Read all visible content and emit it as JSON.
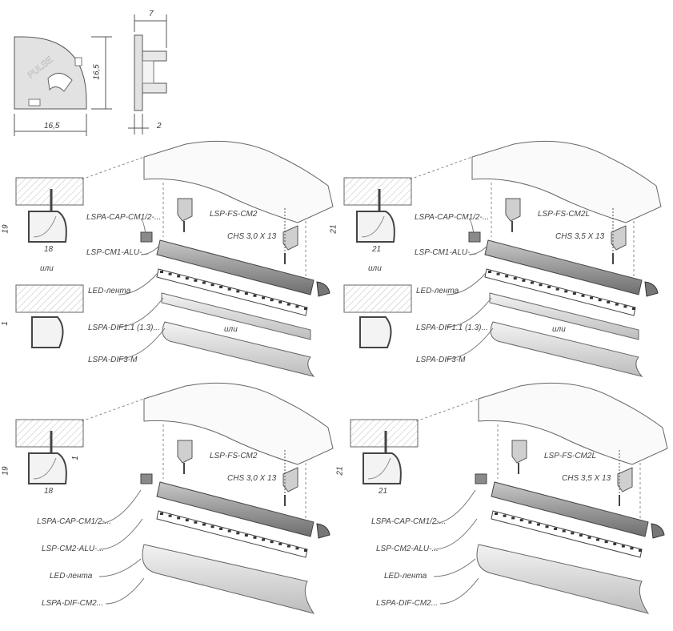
{
  "top": {
    "dim_width": "16,5",
    "dim_height": "16,5",
    "dim_side_top": "7",
    "dim_side_bottom": "2",
    "cap_brand": "PULSE"
  },
  "panels": [
    {
      "id": "tl",
      "dim_h": "19",
      "dim_w": "18",
      "ili": "или",
      "alt_dim": "1",
      "cap_label": "LSPA-CAP-CM1/2-...",
      "profile_label": "LSP-CM1-ALU-...",
      "fs_label": "LSP-FS-CM2",
      "screw_label": "CHS 3,0 X 13",
      "led_label": "LED-лента",
      "dif1_label": "LSPA-DIF1.1 (1.3)...",
      "ili2": "или",
      "dif3_label": "LSPA-DIF3-M"
    },
    {
      "id": "tr",
      "dim_h": "21",
      "dim_w": "21",
      "ili": "или",
      "cap_label": "LSPA-CAP-CM1/2-...",
      "profile_label": "LSP-CM1-ALU-...",
      "fs_label": "LSP-FS-CM2L",
      "screw_label": "CHS 3,5 X 13",
      "led_label": "LED-лента",
      "dif1_label": "LSPA-DIF1.1 (1.3)...",
      "ili2": "или",
      "dif3_label": "LSPA-DIF3-M"
    },
    {
      "id": "bl",
      "dim_h": "19",
      "dim_w": "18",
      "alt_dim": "1",
      "fs_label": "LSP-FS-CM2",
      "screw_label": "CHS 3,0 X 13",
      "cap_label": "LSPA-CAP-CM1/2-...",
      "profile_label": "LSP-CM2-ALU-...",
      "led_label": "LED-лента",
      "dif_label": "LSPA-DIF-CM2..."
    },
    {
      "id": "br",
      "dim_h": "21",
      "dim_w": "21",
      "fs_label": "LSP-FS-CM2L",
      "screw_label": "CHS 3,5 X 13",
      "cap_label": "LSPA-CAP-CM1/2-...",
      "profile_label": "LSP-CM2-ALU-...",
      "led_label": "LED-лента",
      "dif_label": "LSPA-DIF-CM2..."
    }
  ],
  "colors": {
    "line": "#555555",
    "part_fill": "#d9d9d9",
    "dark_fill": "#8a8a8a",
    "hatch": "#bdbdbd"
  }
}
